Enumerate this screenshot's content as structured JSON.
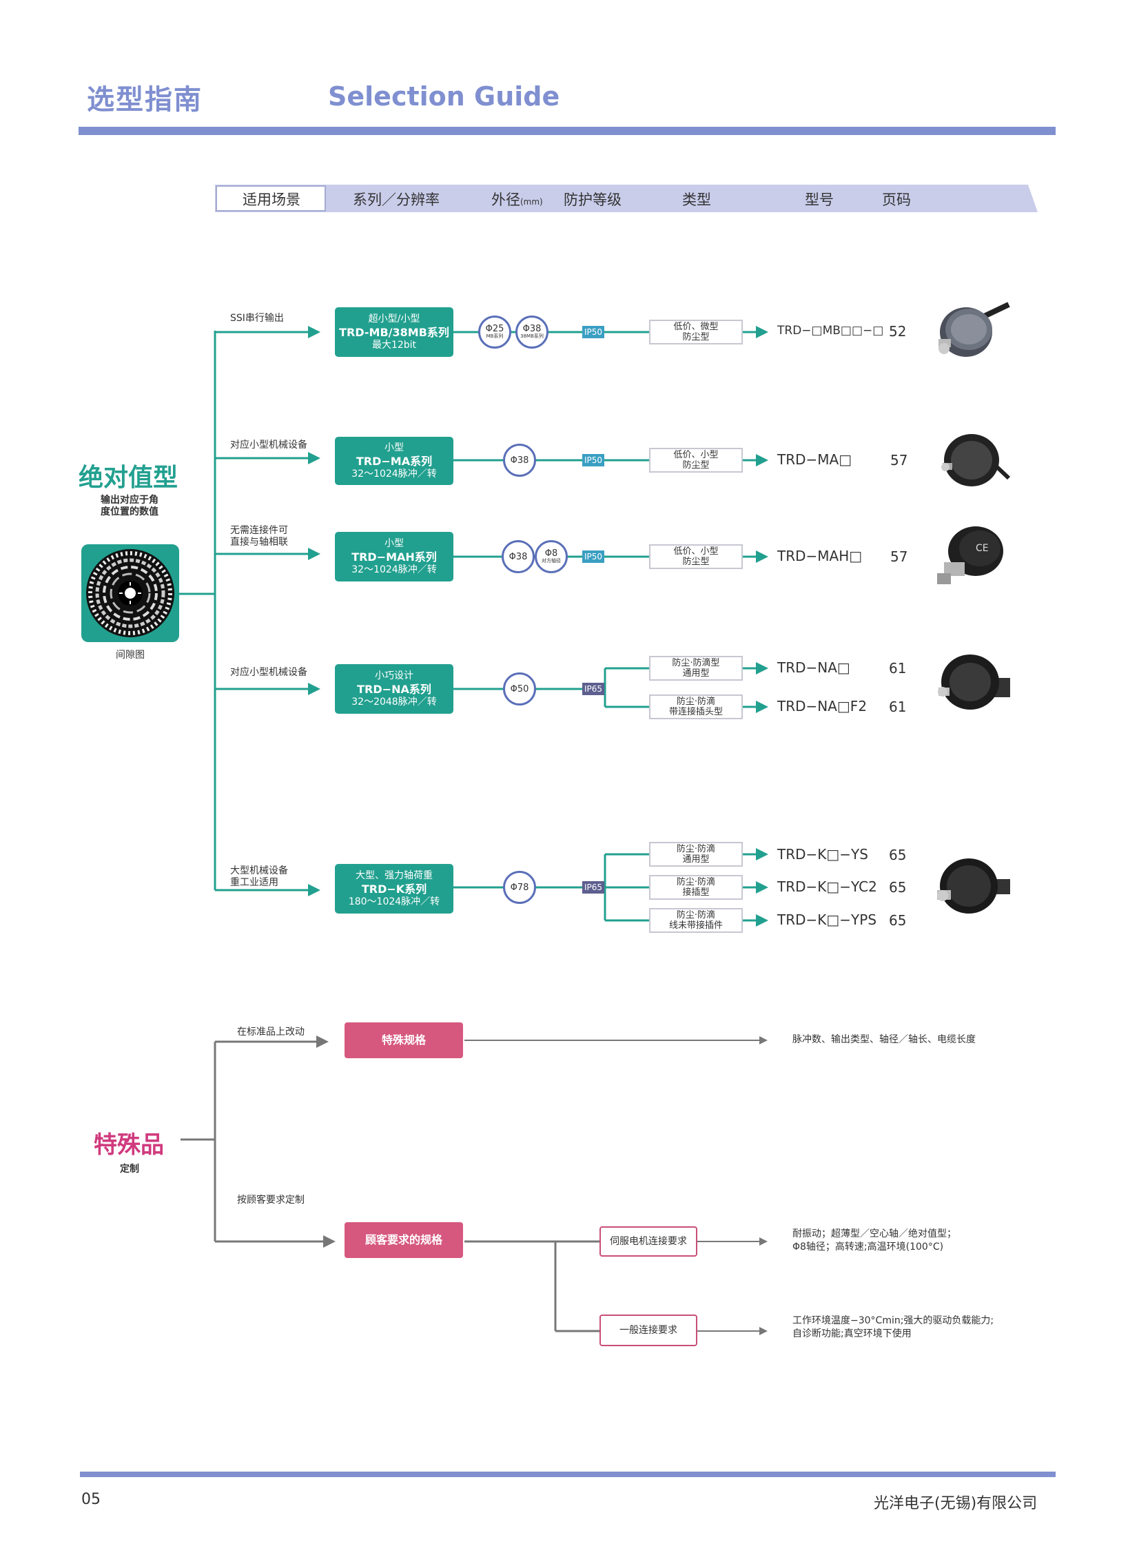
{
  "header": {
    "title_cn": "选型指南",
    "title_en": "Selection Guide"
  },
  "columns": [
    "适用场景",
    "系列／分辨率",
    "外径",
    "(mm)",
    "防护等级",
    "类型",
    "型号",
    "页码"
  ],
  "absolute": {
    "title": "绝对值型",
    "subtitle_line1": "输出对应于角",
    "subtitle_line2": "度位置的数值",
    "disk_caption": "间隙图"
  },
  "rows": [
    {
      "scene": "SSI串行输出",
      "series_top": "超小型/小型",
      "series_name": "TRD-MB/38MB系列",
      "series_bottom": "最大12bit",
      "dia1": "Φ25",
      "dia1_note": "MB系列",
      "dia2": "Φ38",
      "dia2_note": "38MB系列",
      "ip": "IP50",
      "types": [
        {
          "line1": "低价、微型",
          "line2": "防尘型",
          "model": "TRD−□MB□□−□",
          "page": "52"
        }
      ]
    },
    {
      "scene": "对应小型机械设备",
      "series_top": "小型",
      "series_name": "TRD−MA系列",
      "series_bottom": "32～1024脉冲／转",
      "dia1": "Φ38",
      "ip": "IP50",
      "types": [
        {
          "line1": "低价、小型",
          "line2": "防尘型",
          "model": "TRD−MA□",
          "page": "57"
        }
      ]
    },
    {
      "scene_line1": "无需连接件可",
      "scene_line2": "直接与轴相联",
      "series_top": "小型",
      "series_name": "TRD−MAH系列",
      "series_bottom": "32～1024脉冲／转",
      "dia1": "Φ38",
      "dia2": "Φ8",
      "dia2_note": "对方轴径",
      "ip": "IP50",
      "types": [
        {
          "line1": "低价、小型",
          "line2": "防尘型",
          "model": "TRD−MAH□",
          "page": "57"
        }
      ]
    },
    {
      "scene": "对应小型机械设备",
      "series_top": "小巧设计",
      "series_name": "TRD−NA系列",
      "series_bottom": "32～2048脉冲／转",
      "dia1": "Φ50",
      "ip": "IP65",
      "types": [
        {
          "line1": "防尘·防滴型",
          "line2": "通用型",
          "model": "TRD−NA□",
          "page": "61"
        },
        {
          "line1": "防尘·防滴",
          "line2": "带连接插头型",
          "model": "TRD−NA□F2",
          "page": "61"
        }
      ]
    },
    {
      "scene_line1": "大型机械设备",
      "scene_line2": "重工业适用",
      "series_top": "大型、强力轴荷重",
      "series_name": "TRD−K系列",
      "series_bottom": "180～1024脉冲／转",
      "dia1": "Φ78",
      "ip": "IP65",
      "types": [
        {
          "line1": "防尘·防滴",
          "line2": "通用型",
          "model": "TRD−K□−YS",
          "page": "65"
        },
        {
          "line1": "防尘·防滴",
          "line2": "接插型",
          "model": "TRD−K□−YC2",
          "page": "65"
        },
        {
          "line1": "防尘·防滴",
          "line2": "线未带接插件",
          "model": "TRD−K□−YPS",
          "page": "65"
        }
      ]
    }
  ],
  "special": {
    "title": "特殊品",
    "subtitle": "定制",
    "branch1_label": "在标准品上改动",
    "branch1_box": "特殊规格",
    "branch1_desc": "脉冲数、输出类型、轴径／轴长、电缆长度",
    "branch2_label": "按顾客要求定制",
    "branch2_box": "顾客要求的规格",
    "opt1": "伺服电机连接要求",
    "opt1_desc_line1": "耐振动；超薄型／空心轴／绝对值型；",
    "opt1_desc_line2": "Φ8轴径；高转速;高温环境(100°C)",
    "opt2": "一般连接要求",
    "opt2_desc_line1": "工作环境温度−30°Cmin;强大的驱动负载能力;",
    "opt2_desc_line2": "自诊断功能;真空环境下使用"
  },
  "footer": {
    "page_number": "05",
    "company": "光洋电子(无锡)有限公司"
  },
  "colors": {
    "accent_blue": "#7f8fd0",
    "teal": "#22a08f",
    "magenta": "#d03a7e",
    "pink_box": "#d6587f",
    "header_bar": "#c9cdea"
  }
}
